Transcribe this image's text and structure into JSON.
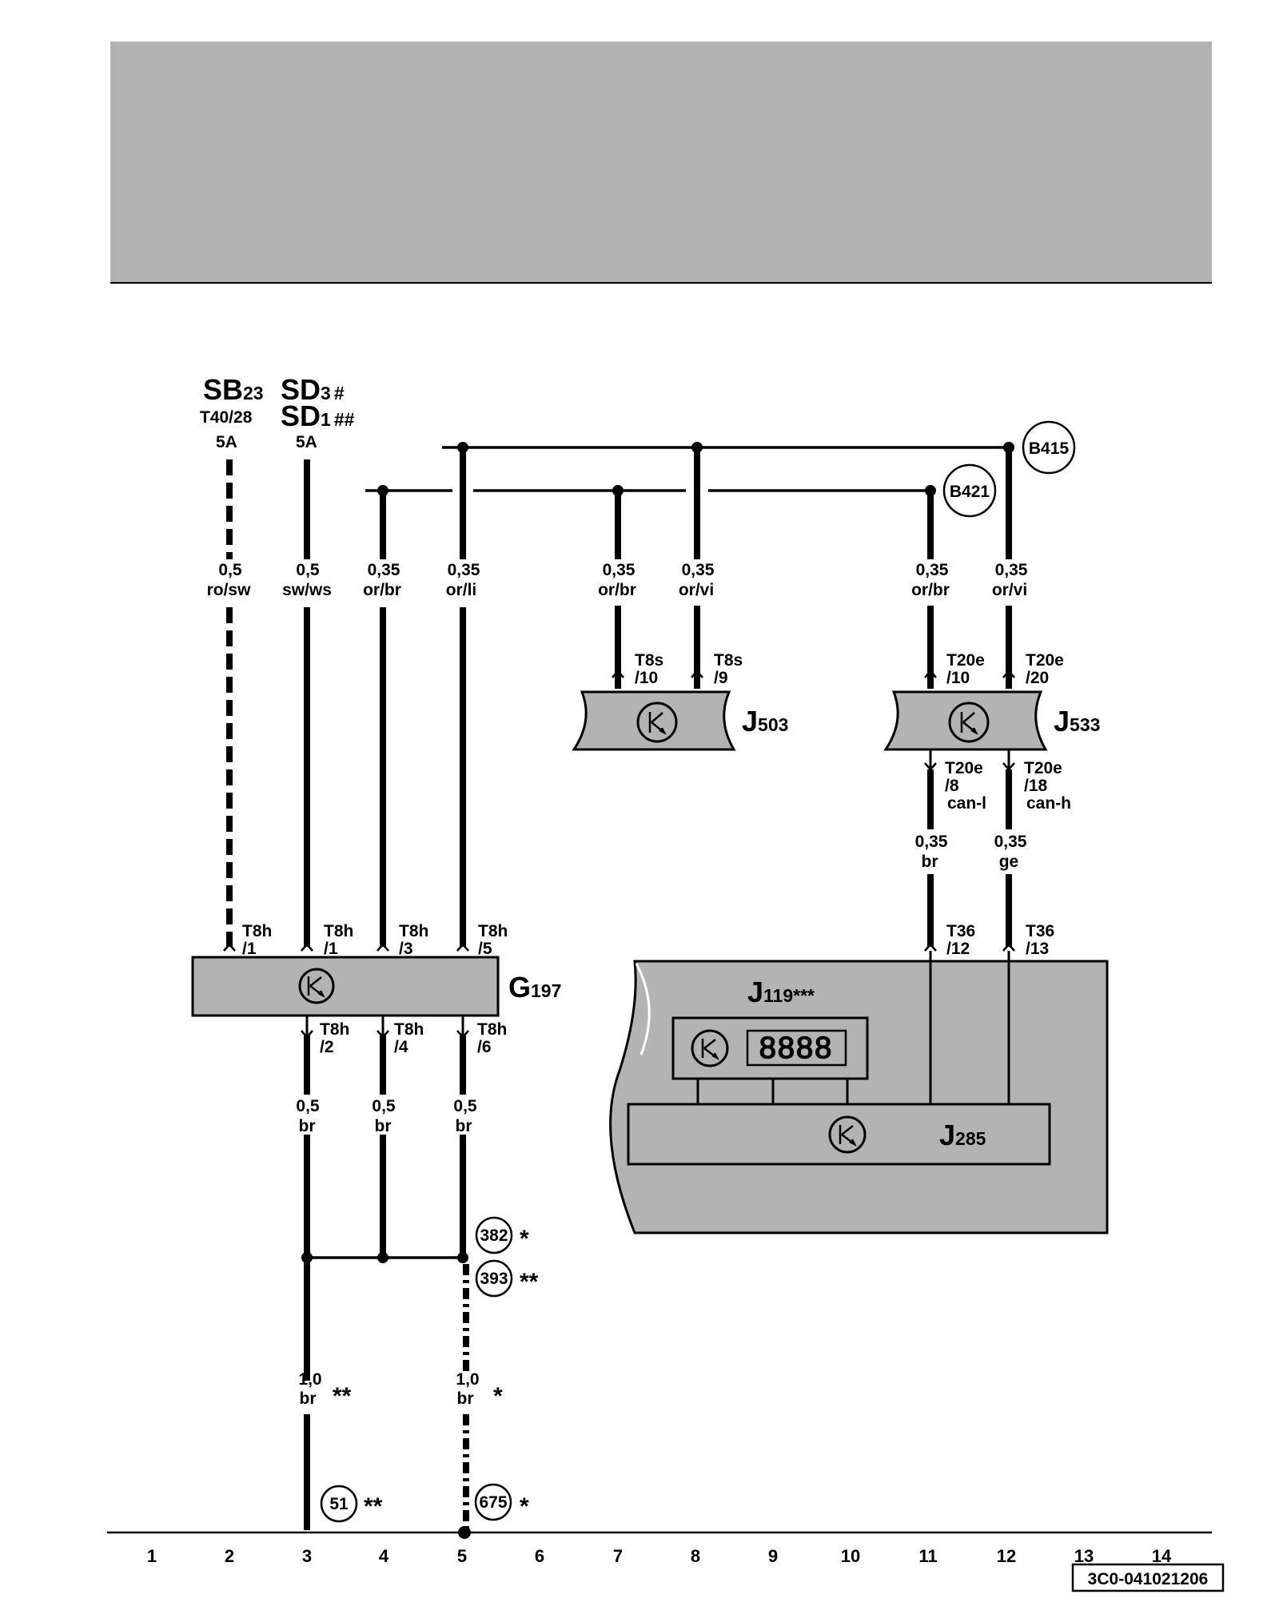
{
  "header": {
    "color": "#b3b3b3"
  },
  "fuses": {
    "sb23": {
      "name": "SB",
      "index": "23",
      "connector": "T40/28",
      "rating": "5A"
    },
    "sd3": {
      "name": "SD",
      "index": "3",
      "mark": "#"
    },
    "sd1": {
      "name": "SD",
      "index": "1",
      "mark": "##"
    },
    "sd_rating": "5A"
  },
  "wires": [
    {
      "size": "0,5",
      "color": "ro/sw"
    },
    {
      "size": "0,5",
      "color": "sw/ws"
    },
    {
      "size": "0,35",
      "color": "or/br"
    },
    {
      "size": "0,35",
      "color": "or/li"
    },
    {
      "size": "0,35",
      "color": "or/br"
    },
    {
      "size": "0,35",
      "color": "or/vi"
    },
    {
      "size": "0,35",
      "color": "or/br"
    },
    {
      "size": "0,35",
      "color": "or/vi"
    },
    {
      "size": "0,35",
      "color": "br"
    },
    {
      "size": "0,35",
      "color": "ge"
    },
    {
      "size": "0,5",
      "color": "br"
    },
    {
      "size": "0,5",
      "color": "br"
    },
    {
      "size": "0,5",
      "color": "br"
    },
    {
      "size": "1,0",
      "color": "br",
      "mark": "**"
    },
    {
      "size": "1,0",
      "color": "br",
      "mark": "*"
    }
  ],
  "pins": {
    "t8h_1a": {
      "conn": "T8h",
      "pin": "/1"
    },
    "t8h_1b": {
      "conn": "T8h",
      "pin": "/1"
    },
    "t8h_3": {
      "conn": "T8h",
      "pin": "/3"
    },
    "t8h_5": {
      "conn": "T8h",
      "pin": "/5"
    },
    "t8h_2": {
      "conn": "T8h",
      "pin": "/2"
    },
    "t8h_4": {
      "conn": "T8h",
      "pin": "/4"
    },
    "t8h_6": {
      "conn": "T8h",
      "pin": "/6"
    },
    "t8s_10": {
      "conn": "T8s",
      "pin": "/10"
    },
    "t8s_9": {
      "conn": "T8s",
      "pin": "/9"
    },
    "t20e_10": {
      "conn": "T20e",
      "pin": "/10"
    },
    "t20e_20": {
      "conn": "T20e",
      "pin": "/20"
    },
    "t20e_8": {
      "conn": "T20e",
      "pin": "/8",
      "signal": "can-l"
    },
    "t20e_18": {
      "conn": "T20e",
      "pin": "/18",
      "signal": "can-h"
    },
    "t36_12": {
      "conn": "T36",
      "pin": "/12"
    },
    "t36_13": {
      "conn": "T36",
      "pin": "/13"
    }
  },
  "components": {
    "g197": {
      "letter": "G",
      "index": "197"
    },
    "j503": {
      "letter": "J",
      "index": "503"
    },
    "j533": {
      "letter": "J",
      "index": "533"
    },
    "j119": {
      "letter": "J",
      "index": "119",
      "mark": "***"
    },
    "j285": {
      "letter": "J",
      "index": "285"
    },
    "display": "8888"
  },
  "connections": {
    "b415": "B415",
    "b421": "B421",
    "c382": {
      "id": "382",
      "mark": "*"
    },
    "c393": {
      "id": "393",
      "mark": "**"
    },
    "c51": {
      "id": "51",
      "mark": "**"
    },
    "c675": {
      "id": "675",
      "mark": "*"
    }
  },
  "columns": [
    "1",
    "2",
    "3",
    "4",
    "5",
    "6",
    "7",
    "8",
    "9",
    "10",
    "11",
    "12",
    "13",
    "14"
  ],
  "drawing_id": "3C0-041021206"
}
